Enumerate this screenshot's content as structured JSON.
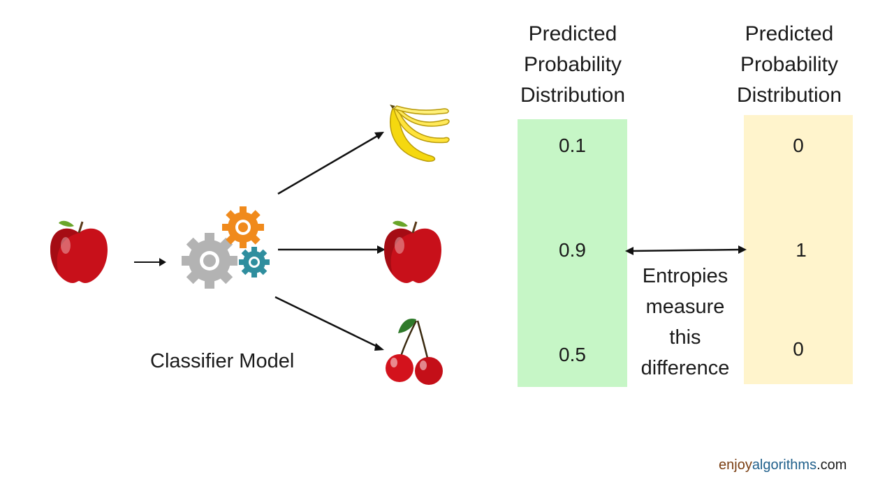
{
  "left_column": {
    "header": [
      "Predicted",
      "Probability",
      "Distribution"
    ],
    "values": [
      "0.1",
      "0.9",
      "0.5"
    ],
    "color": "#c6f6c6"
  },
  "right_column": {
    "header": [
      "Predicted",
      "Probability",
      "Distribution"
    ],
    "values": [
      "0",
      "1",
      "0"
    ],
    "color": "#fff4cc"
  },
  "model_label": "Classifier Model",
  "note": [
    "Entropies",
    "measure",
    "this",
    "difference"
  ],
  "brand": {
    "part1": "enjoy",
    "part2": "algorithms",
    "part3": ".com"
  },
  "colors": {
    "apple": "#c8101a",
    "banana": "#f5d80f",
    "cherry": "#d3121c",
    "gear_orange": "#f08a1c",
    "gear_teal": "#2f8e9e",
    "gear_gray": "#b0b0b0"
  },
  "icons": [
    "apple-icon",
    "gears-icon",
    "banana-icon",
    "apple-icon",
    "cherry-icon"
  ]
}
